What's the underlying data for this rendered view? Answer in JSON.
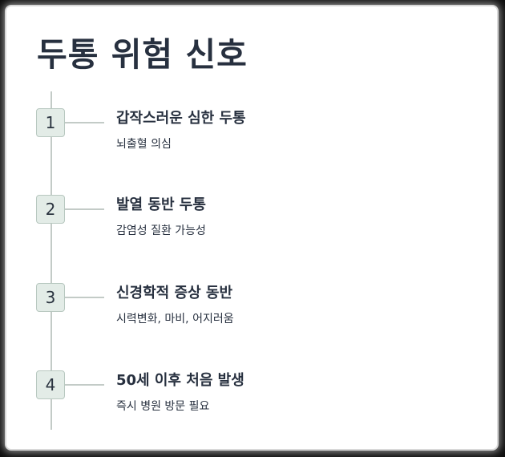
{
  "title": "두통 위험 신호",
  "steps": [
    {
      "number": "1",
      "title": "갑작스러운 심한 두통",
      "desc": "뇌출혈 의심"
    },
    {
      "number": "2",
      "title": "발열 동반 두통",
      "desc": "감염성 질환 가능성"
    },
    {
      "number": "3",
      "title": "신경학적 증상 동반",
      "desc": "시력변화, 마비, 어지러움"
    },
    {
      "number": "4",
      "title": "50세 이후 처음 발생",
      "desc": "즉시 병원 방문 필요"
    }
  ],
  "colors": {
    "text": "#27303f",
    "line": "#c3cbc7",
    "number_box": "#e3ece7"
  }
}
